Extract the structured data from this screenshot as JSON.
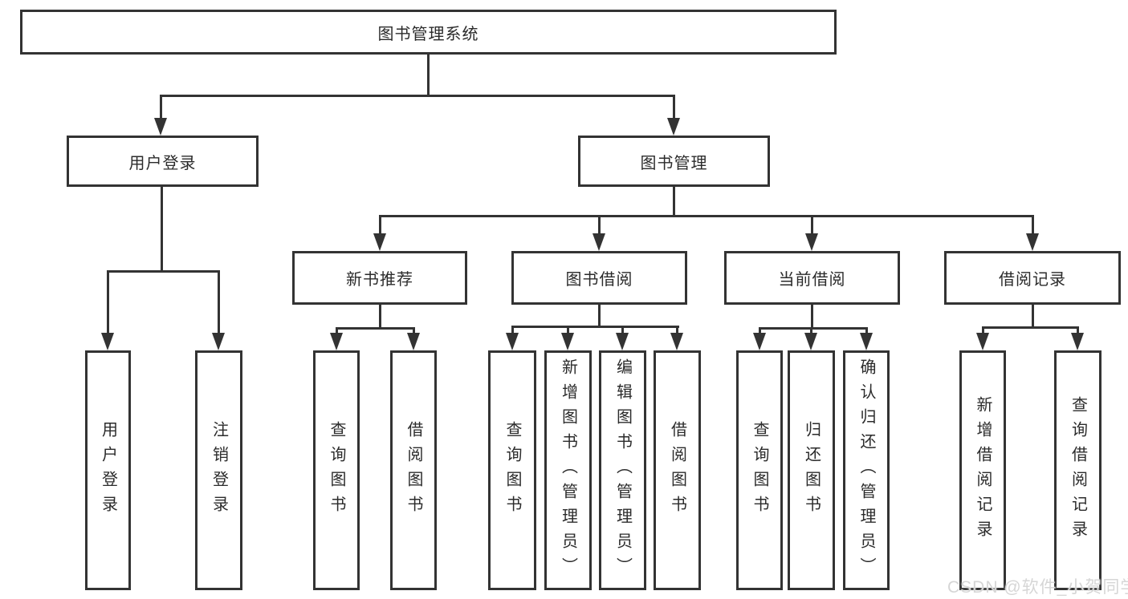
{
  "root": {
    "label": "图书管理系统"
  },
  "level2": {
    "user_login": "用户登录",
    "book_mgmt": "图书管理"
  },
  "level3": [
    "新书推荐",
    "图书借阅",
    "当前借阅",
    "借阅记录"
  ],
  "leaves": {
    "user_login": [
      "用户登录",
      "注销登录"
    ],
    "new_book": [
      "查询图书",
      "借阅图书"
    ],
    "book_borrow": [
      "查询图书",
      "新增图书（管理员）",
      "编辑图书（管理员）",
      "借阅图书"
    ],
    "current_borrow": [
      "查询图书",
      "归还图书",
      "确认归还（管理员）"
    ],
    "borrow_record": [
      "新增借阅记录",
      "查询借阅记录"
    ]
  },
  "watermark": "CSDN @软件_小贺同学",
  "colors": {
    "line": "#333333",
    "box_border": "#333333",
    "text": "#2b2b2b",
    "watermark": "#d6d6d6",
    "background": "#ffffff"
  }
}
